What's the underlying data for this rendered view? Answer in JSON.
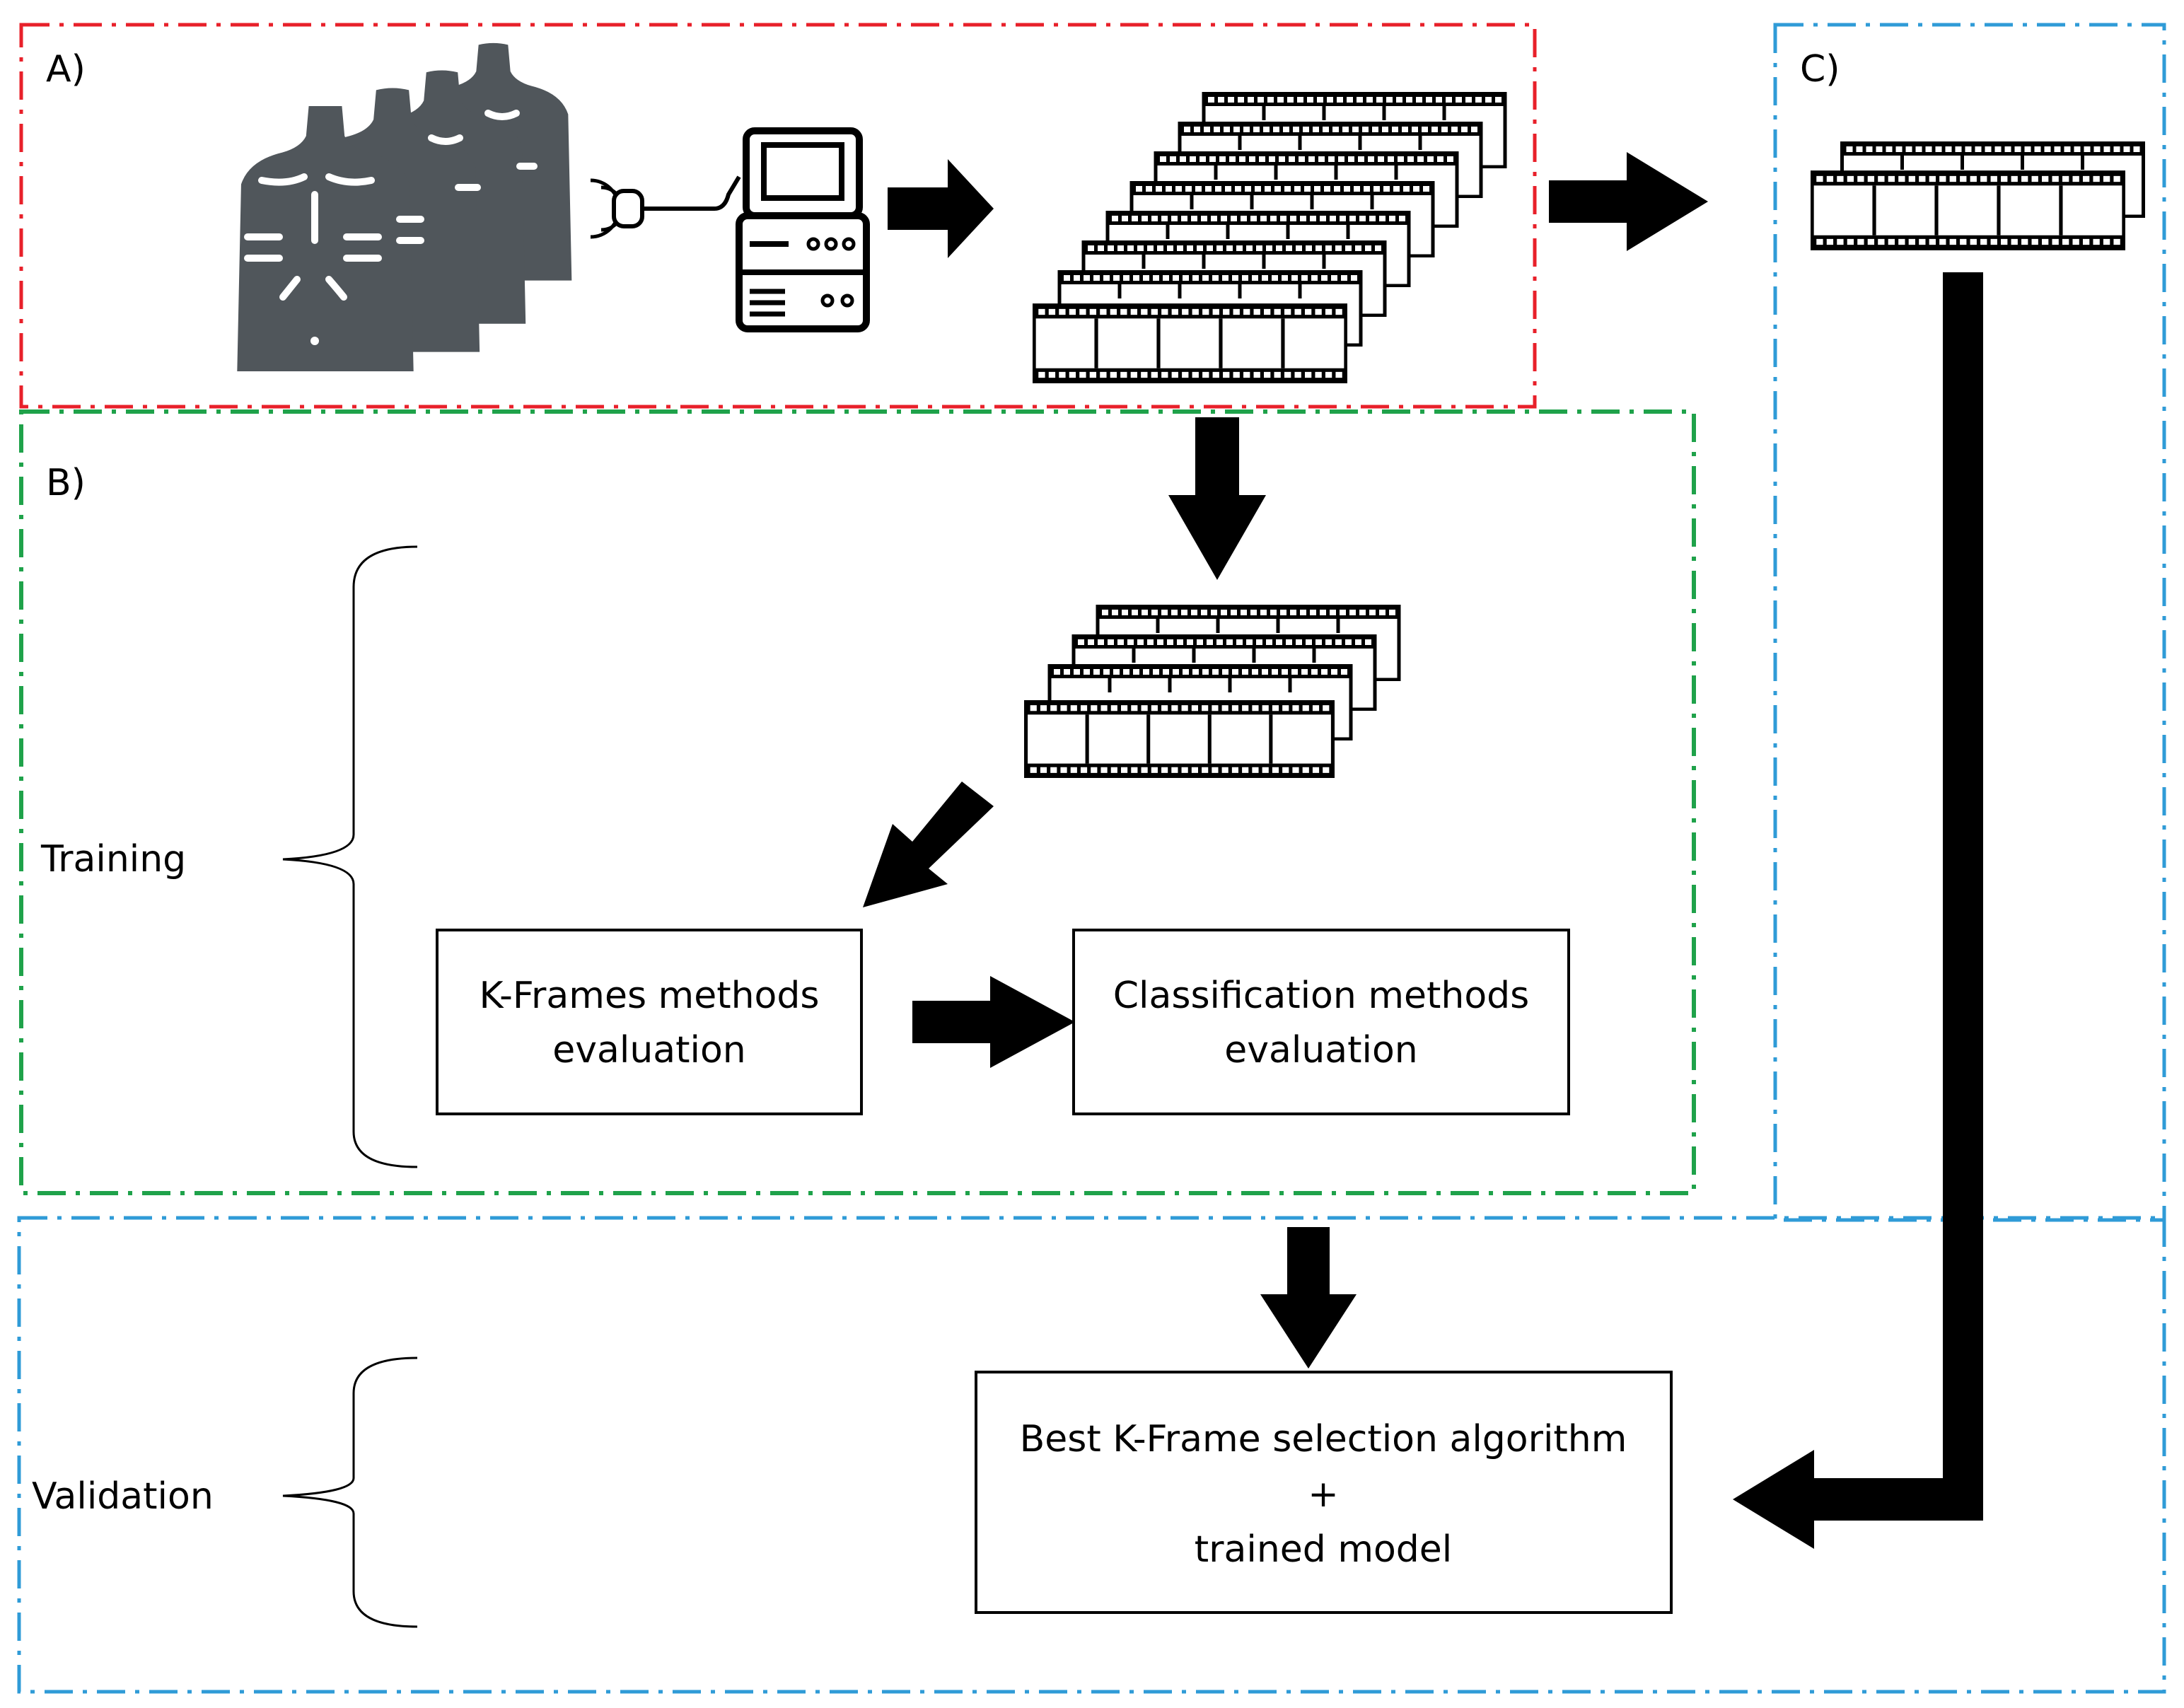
{
  "sections": {
    "a": {
      "label": "A)",
      "color": "#e8202a"
    },
    "b": {
      "label": "B)",
      "color": "#1fa24a"
    },
    "c": {
      "label": "C)",
      "color": "#2f9bd7"
    }
  },
  "phases": {
    "training": "Training",
    "validation": "Validation"
  },
  "boxes": {
    "kframes": {
      "line1": "K-Frames methods",
      "line2": "evaluation"
    },
    "classification": {
      "line1": "Classification methods",
      "line2": "evaluation"
    },
    "best": {
      "line1": "Best K-Frame selection algorithm",
      "line2": "+",
      "line3": "trained model"
    }
  },
  "icons": {
    "patients": "patients-torso-icon",
    "ultrasound": "ultrasound-machine-icon",
    "film": "film-strip-icon",
    "arrow": "block-arrow-icon"
  },
  "colors": {
    "figure": "#50565b",
    "ink": "#000000"
  }
}
